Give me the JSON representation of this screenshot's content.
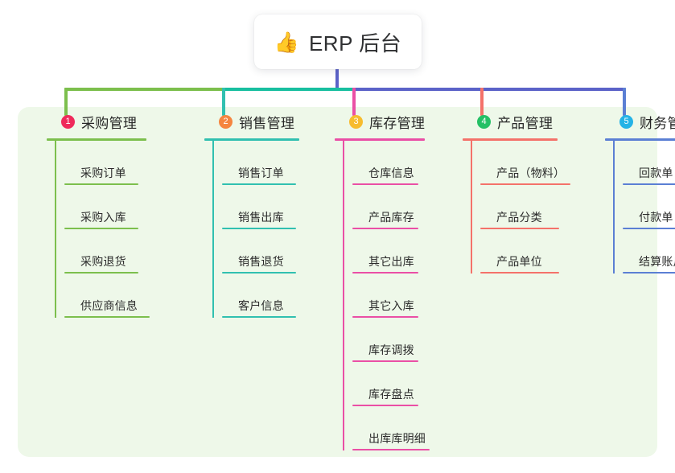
{
  "root": {
    "icon": "thumbs-up-icon",
    "emoji": "👍",
    "title": "ERP 后台"
  },
  "palette": {
    "panel_bg": "#eef8e9",
    "connector_green": "#7cbf4d",
    "connector_teal": "#18bfa0",
    "connector_blue": "#5b62c8",
    "column1": "#7cbf4d",
    "column2": "#31c0b0",
    "column3": "#ea4fa5",
    "column4": "#f4726a",
    "column5": "#5b7fd4",
    "badge1": "#ef2a5b",
    "badge2": "#f5853f",
    "badge3": "#f7bc2e",
    "badge4": "#24c065",
    "badge5": "#25b3e6"
  },
  "columns": [
    {
      "number": "1",
      "title": "采购管理",
      "badge_color": "#ef2a5b",
      "line_color": "#7cbf4d",
      "connector_color": "#7cbf4d",
      "items": [
        "采购订单",
        "采购入库",
        "采购退货",
        "供应商信息"
      ]
    },
    {
      "number": "2",
      "title": "销售管理",
      "badge_color": "#f5853f",
      "line_color": "#31c0b0",
      "connector_color": "#31c0b0",
      "items": [
        "销售订单",
        "销售出库",
        "销售退货",
        "客户信息"
      ]
    },
    {
      "number": "3",
      "title": "库存管理",
      "badge_color": "#f7bc2e",
      "line_color": "#ea4fa5",
      "connector_color": "#ea4fa5",
      "items": [
        "仓库信息",
        "产品库存",
        "其它出库",
        "其它入库",
        "库存调拨",
        "库存盘点",
        "出库库明细"
      ]
    },
    {
      "number": "4",
      "title": "产品管理",
      "badge_color": "#24c065",
      "line_color": "#f4726a",
      "connector_color": "#f4726a",
      "items": [
        "产品（物料）",
        "产品分类",
        "产品单位"
      ]
    },
    {
      "number": "5",
      "title": "财务管理",
      "badge_color": "#25b3e6",
      "line_color": "#5b7fd4",
      "connector_color": "#5b7fd4",
      "items": [
        "回款单",
        "付款单",
        "结算账户"
      ]
    }
  ]
}
